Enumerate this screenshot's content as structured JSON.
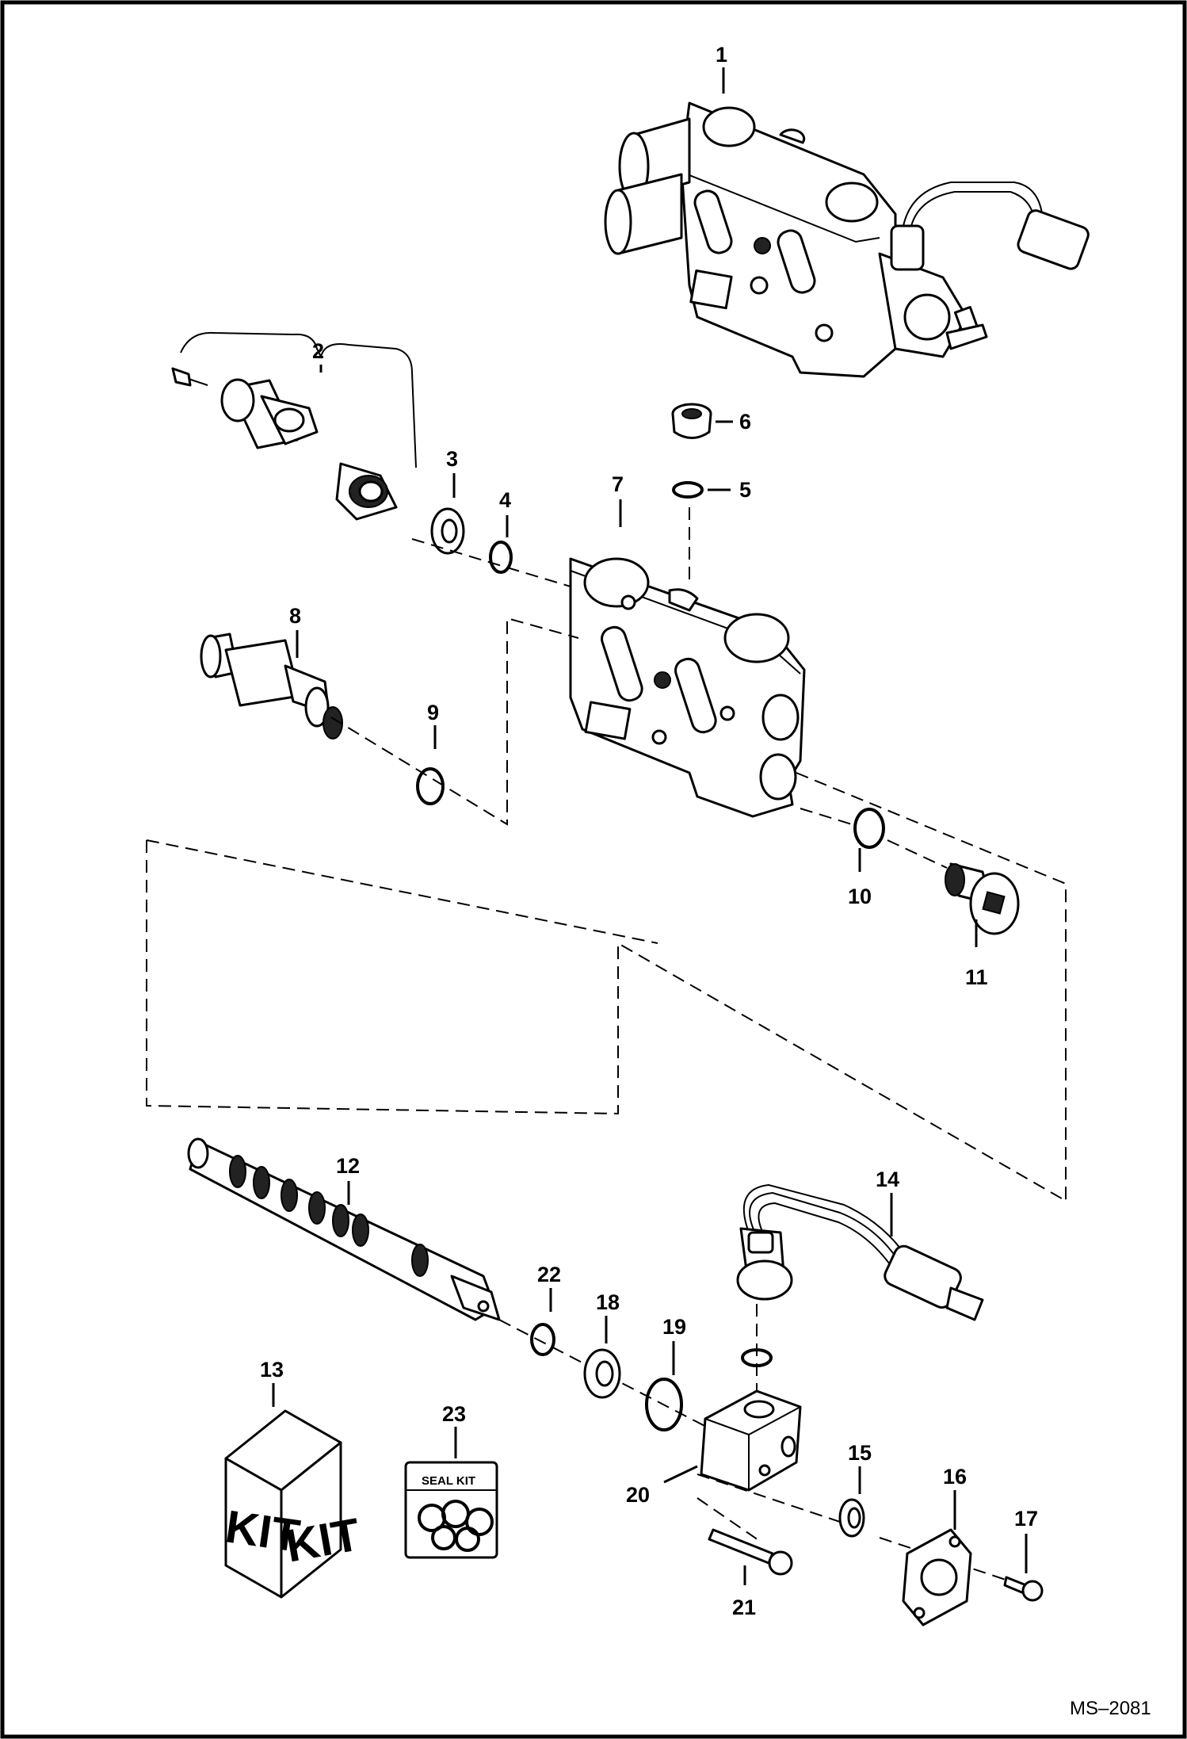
{
  "drawing_ref": "MS–2081",
  "callouts": [
    {
      "n": "1"
    },
    {
      "n": "2"
    },
    {
      "n": "3"
    },
    {
      "n": "4"
    },
    {
      "n": "5"
    },
    {
      "n": "6"
    },
    {
      "n": "7"
    },
    {
      "n": "8"
    },
    {
      "n": "9"
    },
    {
      "n": "10"
    },
    {
      "n": "11"
    },
    {
      "n": "12"
    },
    {
      "n": "13"
    },
    {
      "n": "14"
    },
    {
      "n": "15"
    },
    {
      "n": "16"
    },
    {
      "n": "17"
    },
    {
      "n": "18"
    },
    {
      "n": "19"
    },
    {
      "n": "20"
    },
    {
      "n": "21"
    },
    {
      "n": "22"
    },
    {
      "n": "23"
    }
  ],
  "kit_box": {
    "face_left": "KIT",
    "face_right": "KIT"
  },
  "seal_kit": {
    "label": "SEAL KIT"
  }
}
